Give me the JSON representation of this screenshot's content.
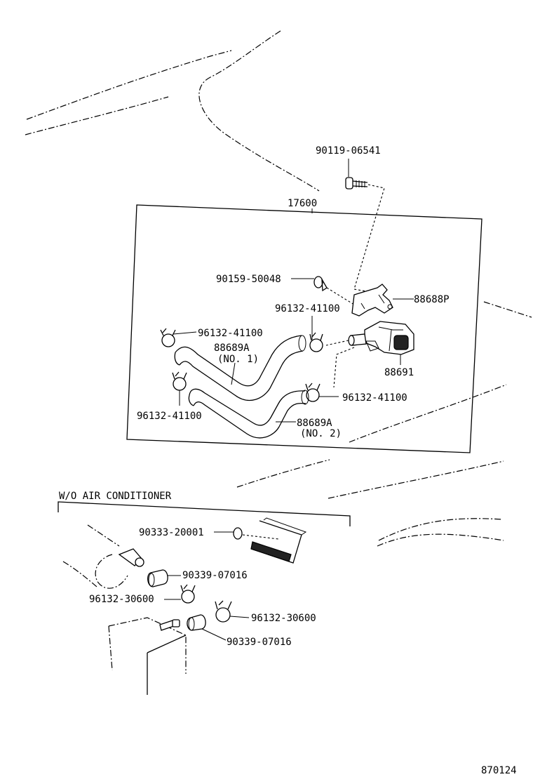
{
  "labels": {
    "bolt_top": "90119-06541",
    "assembly": "17600",
    "screw": "90159-50048",
    "bracket": "88688P",
    "clip_a": "96132-41100",
    "clip_b": "96132-41100",
    "clip_c": "96132-41100",
    "clip_d": "96132-41100",
    "hose_no1_part": "88689A",
    "hose_no1_sub": "(NO. 1)",
    "hose_no2_part": "88689A",
    "hose_no2_sub": "(NO. 2)",
    "vsv": "88691",
    "section_title": "W/O AIR CONDITIONER",
    "plug_ring": "90333-20001",
    "cap_upper": "90339-07016",
    "clip_lower_left": "96132-30600",
    "clip_lower_right": "96132-30600",
    "cap_lower": "90339-07016",
    "figure_number": "870124"
  }
}
